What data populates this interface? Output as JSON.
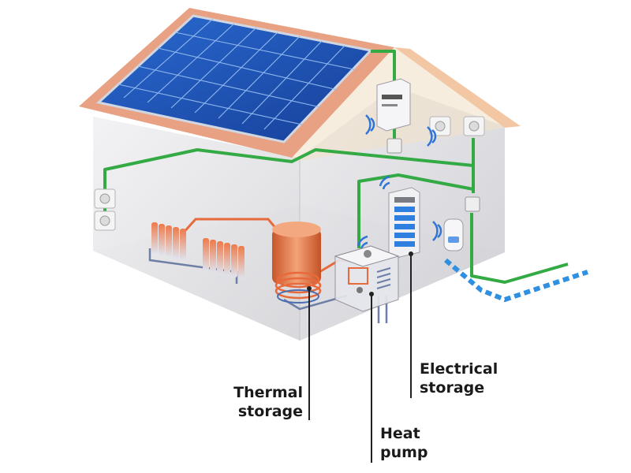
{
  "labels": {
    "thermal_storage": {
      "line1": "Thermal",
      "line2": "storage"
    },
    "electrical_storage": {
      "line1": "Electrical",
      "line2": "storage"
    },
    "heat_pump": {
      "line1": "Heat",
      "line2": "pump"
    }
  },
  "colors": {
    "wiring": "#33aa44",
    "water_pipe": "#2f8fe0",
    "hot_pipe": "#e8693a",
    "roof_tile": "#e6a080",
    "panel_blue": "#1f55b8",
    "wall": "#e9e9ec",
    "leader_line": "#222222"
  },
  "icons": [
    "solar-panel-icon",
    "inverter-icon",
    "wall-socket-icon",
    "wireless-signal-icon",
    "battery-storage-icon",
    "radiator-icon",
    "hot-water-tank-icon",
    "heat-pump-icon",
    "smart-meter-icon"
  ]
}
